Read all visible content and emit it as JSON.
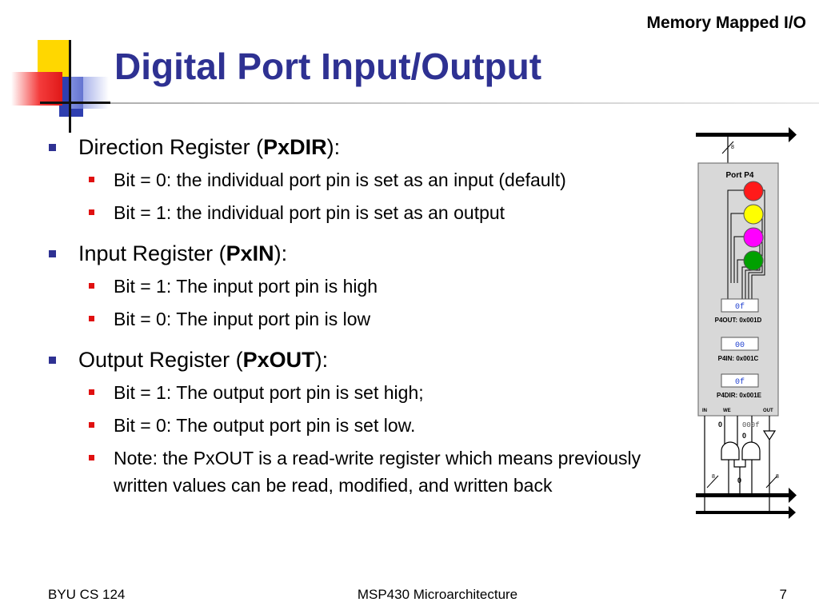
{
  "header": {
    "section": "Memory Mapped I/O",
    "title": "Digital Port Input/Output"
  },
  "bullets": [
    {
      "pre": "Direction Register (",
      "bold": "PxDIR",
      "post": "):",
      "items": [
        "Bit = 0: the individual port pin is set as an input (default)",
        "Bit = 1: the individual port pin is set as an output"
      ]
    },
    {
      "pre": "Input Register (",
      "bold": "PxIN",
      "post": "):",
      "items": [
        "Bit = 1: The input port pin is high",
        "Bit = 0: The input port pin is low"
      ]
    },
    {
      "pre": "Output Register (",
      "bold": "PxOUT",
      "post": "):",
      "items": [
        "Bit = 1: The output port pin is set high;",
        "Bit = 0: The output port pin is set low.",
        "Note: the PxOUT is a read-write register which means previously written values can be read, modified, and written back"
      ]
    }
  ],
  "diagram": {
    "bus_width": "8",
    "port_label": "Port P4",
    "led_colors": [
      "#ff1a1a",
      "#ffff00",
      "#ff00ff",
      "#00a000"
    ],
    "p4out_value": "0f",
    "p4out_label": "P4OUT: 0x001D",
    "p4in_value": "00",
    "p4in_label": "P4IN: 0x001C",
    "p4dir_value": "0f",
    "p4dir_label": "P4DIR: 0x001E",
    "sig_in": "IN",
    "sig_we": "WE",
    "sig_out": "OUT",
    "val_left": "0",
    "val_right": "000f",
    "val_mid": "0",
    "val_bottom": "0",
    "bus_left": "8",
    "bus_right": "8",
    "register_text_color": "#2040d0"
  },
  "footer": {
    "left": "BYU CS 124",
    "center": "MSP430 Microarchitecture",
    "page": "7"
  }
}
